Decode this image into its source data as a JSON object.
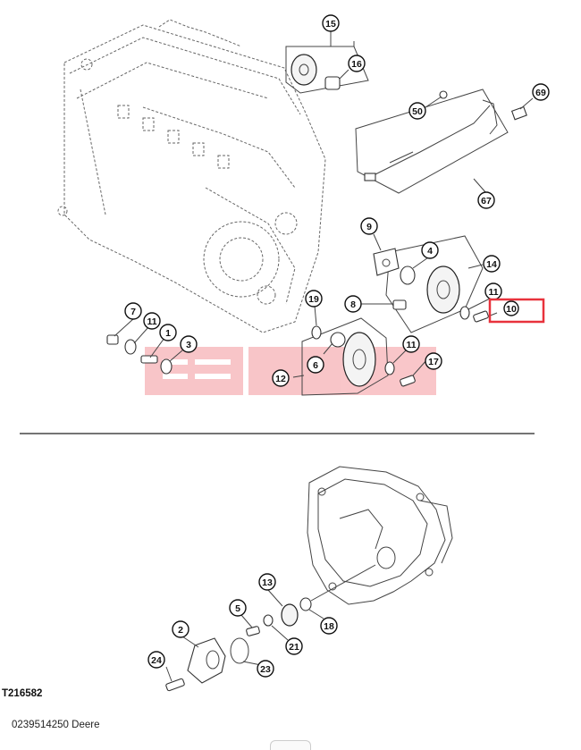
{
  "callouts": [
    {
      "id": "15",
      "text": "15"
    },
    {
      "id": "16",
      "text": "16"
    },
    {
      "id": "69",
      "text": "69"
    },
    {
      "id": "50",
      "text": "50"
    },
    {
      "id": "67",
      "text": "67"
    },
    {
      "id": "9",
      "text": "9"
    },
    {
      "id": "4",
      "text": "4"
    },
    {
      "id": "14",
      "text": "14"
    },
    {
      "id": "11a",
      "text": "11"
    },
    {
      "id": "10",
      "text": "10"
    },
    {
      "id": "19",
      "text": "19"
    },
    {
      "id": "8",
      "text": "8"
    },
    {
      "id": "7",
      "text": "7"
    },
    {
      "id": "11b",
      "text": "11"
    },
    {
      "id": "1",
      "text": "1"
    },
    {
      "id": "3",
      "text": "3"
    },
    {
      "id": "6",
      "text": "6"
    },
    {
      "id": "12",
      "text": "12"
    },
    {
      "id": "11c",
      "text": "11"
    },
    {
      "id": "17",
      "text": "17"
    },
    {
      "id": "13",
      "text": "13"
    },
    {
      "id": "5",
      "text": "5"
    },
    {
      "id": "18",
      "text": "18"
    },
    {
      "id": "2",
      "text": "2"
    },
    {
      "id": "21",
      "text": "21"
    },
    {
      "id": "24",
      "text": "24"
    },
    {
      "id": "23",
      "text": "23"
    }
  ],
  "highlight": {
    "callout": "10",
    "color": "#e8323c"
  },
  "watermark_color": "#e8323c",
  "figure_ref": "T216582",
  "footer": "0239514250 Deere"
}
